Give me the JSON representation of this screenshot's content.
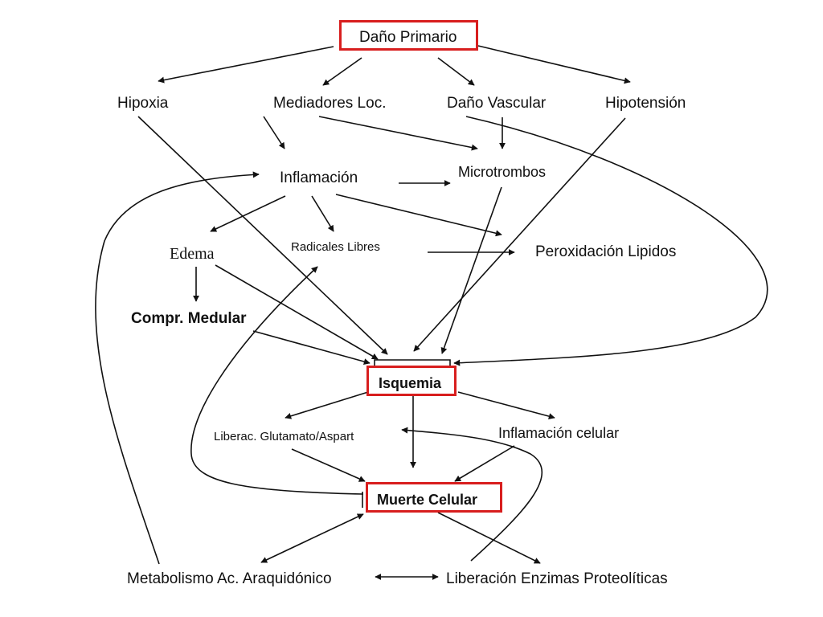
{
  "nodes": {
    "dano_primario": "Daño Primario",
    "hipoxia": "Hipoxia",
    "mediadores": "Mediadores Loc.",
    "dano_vascular": "Daño Vascular",
    "hipotension": "Hipotensión",
    "inflamacion": "Inflamación",
    "microtrombos": "Microtrombos",
    "edema": "Edema",
    "radicales": "Radicales Libres",
    "peroxidacion": "Peroxidación Lipidos",
    "compr_medular": "Compr. Medular",
    "isquemia": "Isquemia",
    "glutamato": "Liberac. Glutamato/Aspart",
    "inflamacion_celular": "Inflamación celular",
    "muerte_celular": "Muerte Celular",
    "metabolismo": "Metabolismo Ac. Araquidónico",
    "enzimas": "Liberación Enzimas Proteolíticas"
  },
  "colors": {
    "highlight_border": "#d81e1e",
    "line": "#111111"
  }
}
